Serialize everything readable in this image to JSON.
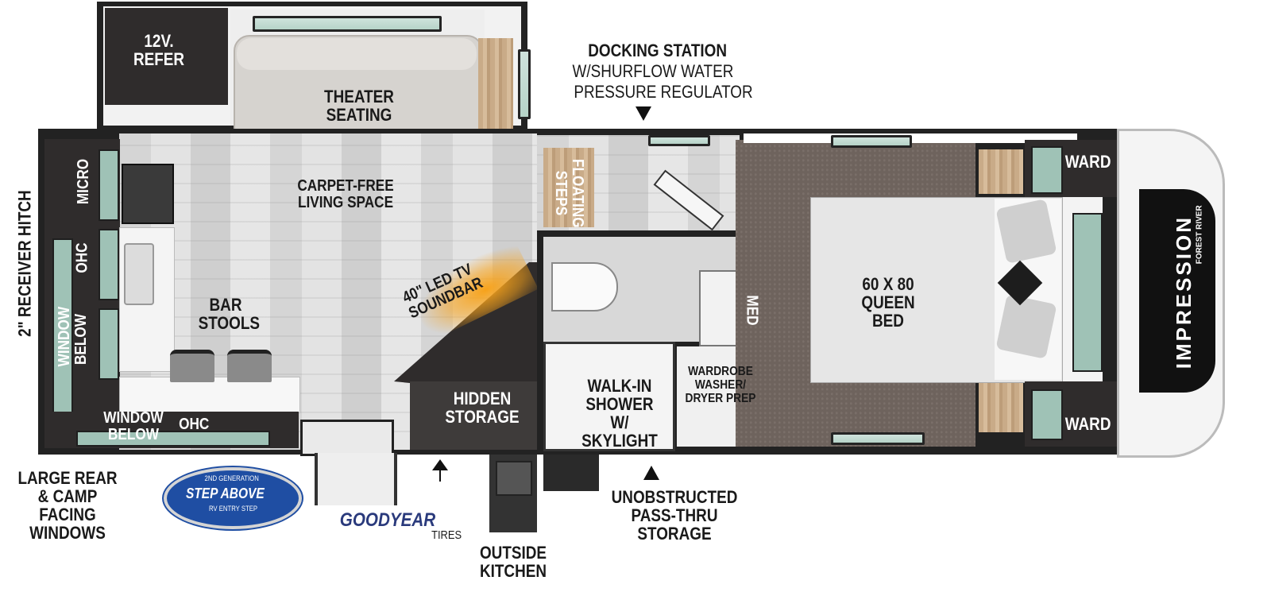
{
  "brand": {
    "model": "IMPRESSION",
    "maker": "FOREST RIVER",
    "step_logo_main": "STEP ABOVE",
    "step_logo_top": "2nd Generation",
    "step_logo_sub": "RV ENTRY STEP",
    "tire_logo": "GOODYEAR",
    "tire_sub": "TIRES"
  },
  "labels": {
    "refer": "12V. REFER",
    "theater": "THEATER SEATING",
    "docking": "DOCKING STATION",
    "docking_sub1": "W/SHURFLOW WATER",
    "docking_sub2": "PRESSURE REGULATOR",
    "ward_top": "WARD",
    "ward_bottom": "WARD",
    "receiver": "2\" RECEIVER HITCH",
    "micro": "MICRO",
    "ohc_left": "OHC",
    "window_below_left": "WINDOW BELOW",
    "carpet_free": "CARPET-FREE LIVING SPACE",
    "floating_steps": "FLOATING STEPS",
    "bar_stools": "BAR STOOLS",
    "led_tv": "40\" LED TV SOUNDBAR",
    "queen_bed": "60 X 80 QUEEN BED",
    "med": "MED",
    "hidden_storage": "HIDDEN STORAGE",
    "shower": "WALK-IN SHOWER W/ SKYLIGHT",
    "wardrobe": "WARDROBE WASHER/ DRYER PREP",
    "window_below_bottom": "WINDOW BELOW",
    "ohc_bottom": "OHC",
    "rear_windows": "LARGE REAR & CAMP FACING WINDOWS",
    "pass_thru": "UNOBSTRUCTED PASS-THRU STORAGE",
    "outside_kitchen": "OUTSIDE KITCHEN"
  }
}
